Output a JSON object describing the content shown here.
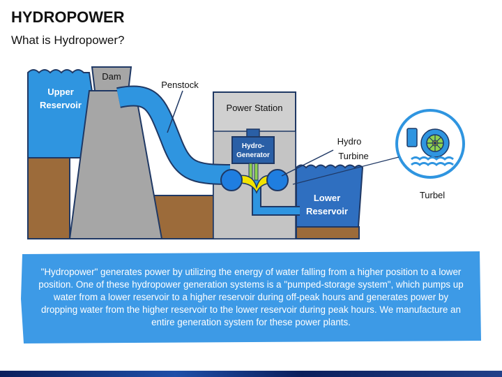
{
  "header": {
    "title": "HYDROPOWER",
    "subtitle": "What is Hydropower?"
  },
  "diagram": {
    "labels": {
      "dam": "Dam",
      "upper_reservoir_line1": "Upper",
      "upper_reservoir_line2": "Reservoir",
      "penstock": "Penstock",
      "power_station": "Power Station",
      "generator_line1": "Hydro-",
      "generator_line2": "Generator",
      "hydro_turbine_line1": "Hydro",
      "hydro_turbine_line2": "Turbine",
      "lower_reservoir_line1": "Lower",
      "lower_reservoir_line2": "Reservoir",
      "turbel": "Turbel"
    },
    "icons": [
      "turbine-icon",
      "water-waves-icon"
    ],
    "colors": {
      "water": "#2f95e0",
      "water_light": "#4aa8ef",
      "dam_gray": "#a6a6a6",
      "ground": "#9c6b3a",
      "station": "#d0d0d0",
      "generator": "#2a5fa6",
      "outline": "#1f3864",
      "pipe_green": "#8fd14f",
      "pipe_yellow": "#f2e300"
    }
  },
  "description": {
    "text": "\"Hydropower\" generates power by utilizing the energy of water falling from a higher position to a lower position. One of these hydropower generation systems is a \"pumped-storage system\", which pumps up water from a lower reservoir to a higher reservoir during off-peak hours and generates power by dropping water from the higher reservoir to the lower reservoir during peak hours. We manufacture an entire generation system for these power plants."
  }
}
